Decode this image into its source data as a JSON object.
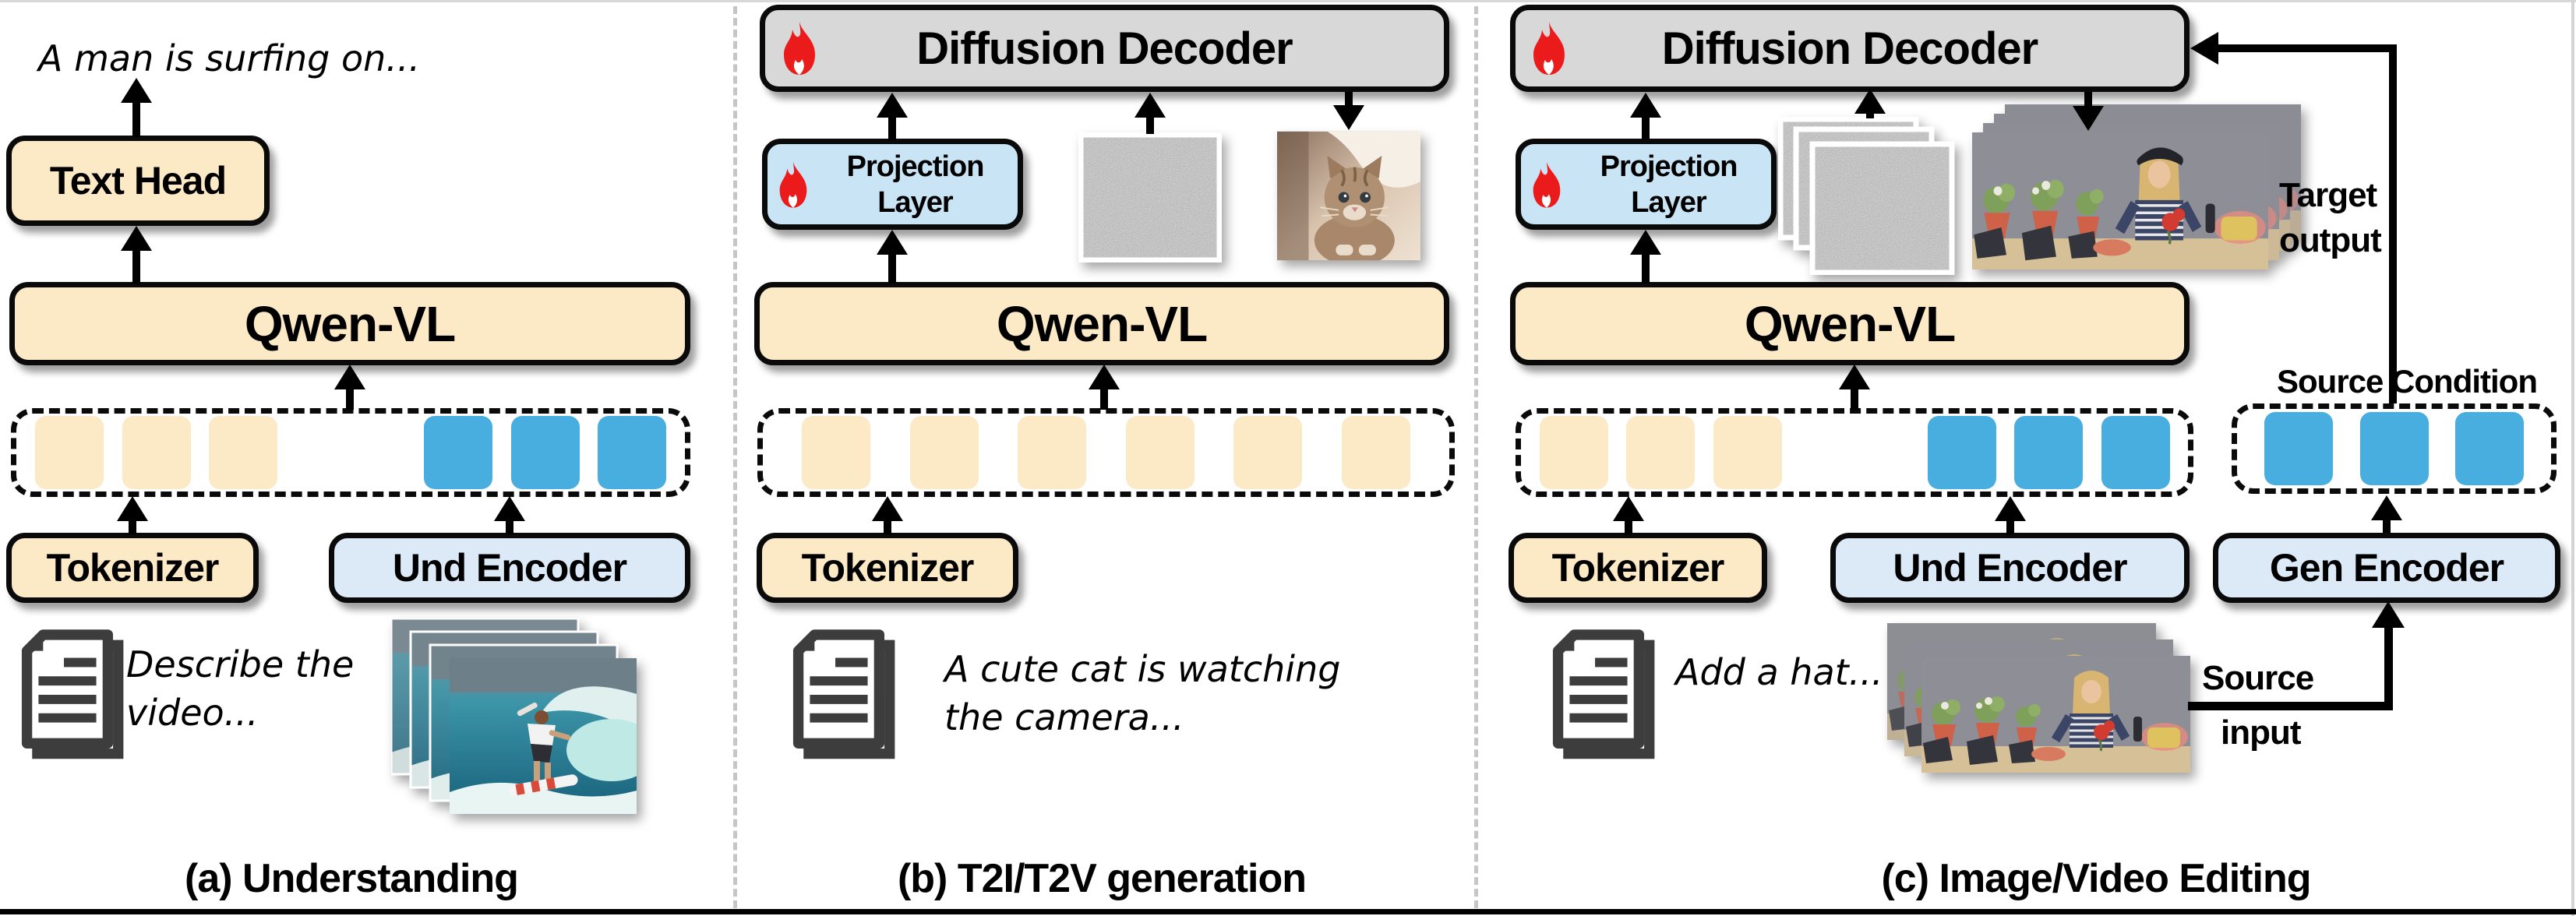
{
  "panel_a": {
    "caption": "(a) Understanding",
    "output_text": "A man is surfing on...",
    "text_head": "Text Head",
    "qwen": "Qwen-VL",
    "tokenizer": "Tokenizer",
    "und_encoder": "Und Encoder",
    "input_line1": "Describe the",
    "input_line2": "video...",
    "tokens": [
      "text",
      "text",
      "text",
      "vision",
      "vision",
      "vision"
    ]
  },
  "panel_b": {
    "caption": "(b) T2I/T2V generation",
    "diffusion_decoder": "Diffusion Decoder",
    "projection_line1": "Projection",
    "projection_line2": "Layer",
    "qwen": "Qwen-VL",
    "tokenizer": "Tokenizer",
    "input_line1": "A cute cat is watching",
    "input_line2": "the camera...",
    "tokens": [
      "text",
      "text",
      "text",
      "text",
      "text",
      "text"
    ]
  },
  "panel_c": {
    "caption": "(c) Image/Video Editing",
    "diffusion_decoder": "Diffusion Decoder",
    "projection_line1": "Projection",
    "projection_line2": "Layer",
    "qwen": "Qwen-VL",
    "tokenizer": "Tokenizer",
    "und_encoder": "Und Encoder",
    "gen_encoder": "Gen Encoder",
    "target_line1": "Target",
    "target_line2": "output",
    "source_condition": "Source Condition",
    "source_line1": "Source",
    "source_line2": "input",
    "input_text": "Add a hat...",
    "tokens": [
      "text",
      "text",
      "text",
      "vision",
      "vision",
      "vision"
    ],
    "condition_tokens": [
      "vision",
      "vision",
      "vision"
    ]
  },
  "colors": {
    "text_token": "#FCE9C6",
    "vision_token": "#48AEDF",
    "module_cream": "#FCE9C6",
    "encoder_blue": "#DCE9F6",
    "projection_blue": "#C9E4F5",
    "decoder_gray": "#D8D8D8",
    "flame_red": "#EC1B1B"
  },
  "icons": {
    "trainable": "flame-icon",
    "text_input": "document-icon"
  }
}
